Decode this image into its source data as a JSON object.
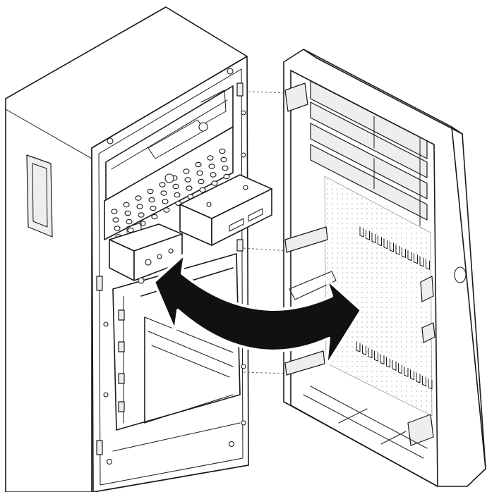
{
  "figure": {
    "colors": {
      "line": "#1a1a1a",
      "arrow": "#111111",
      "shade": "#eeeeee",
      "background": "#ffffff"
    },
    "parts": [
      "server-chassis",
      "front-bezel",
      "swing-arrow"
    ]
  }
}
